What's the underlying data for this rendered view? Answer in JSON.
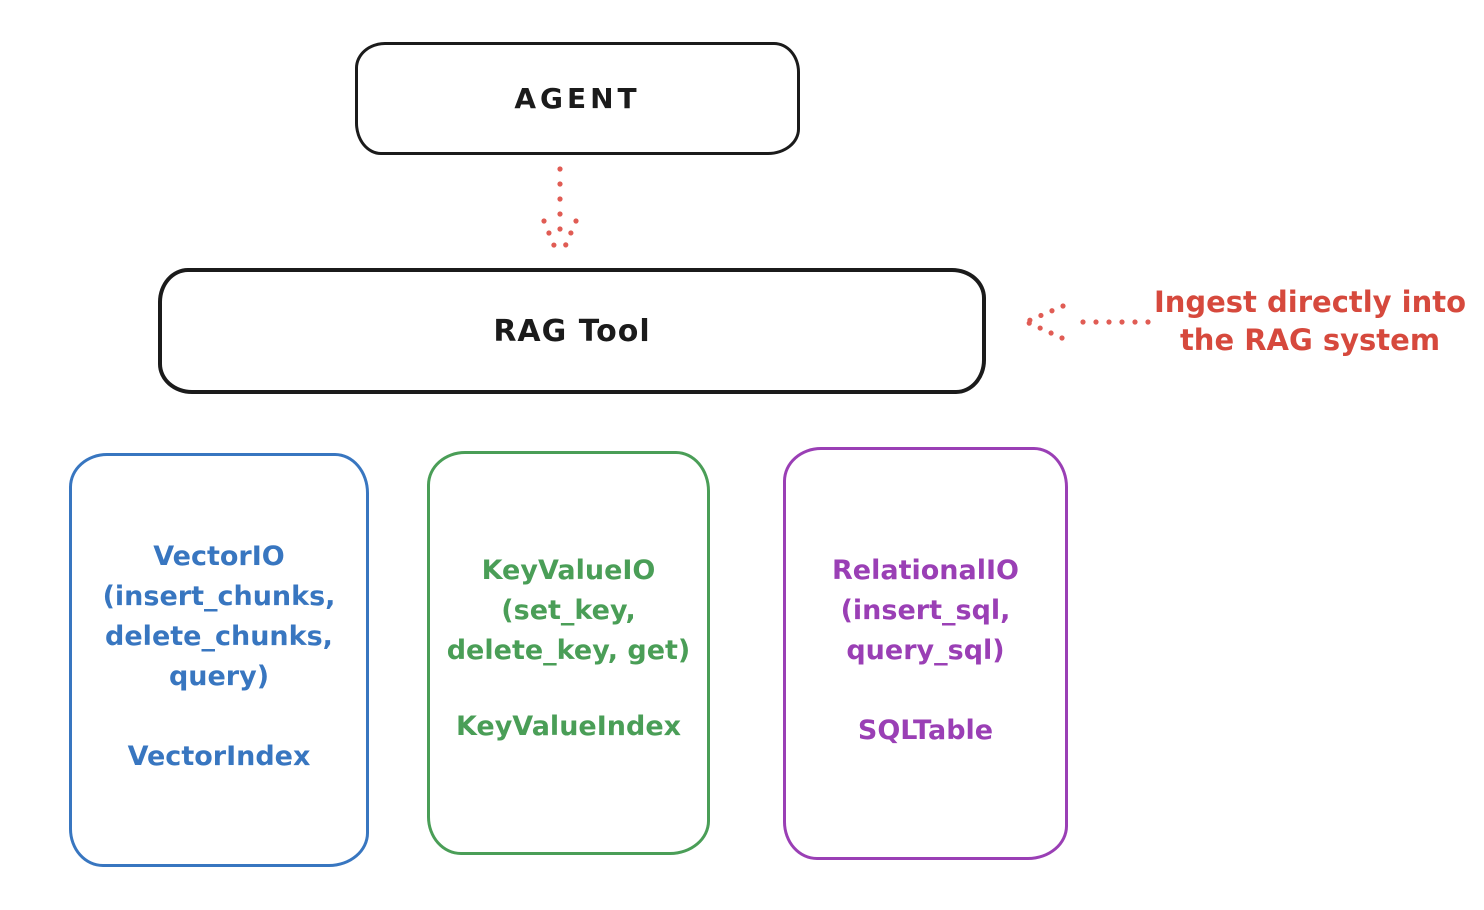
{
  "colors": {
    "background": "#ffffff",
    "ink": "#1b1b1b",
    "red_text": "#d6493d",
    "red_arrow": "#e05c54",
    "blue": "#3876c0",
    "green": "#4a9e57",
    "purple": "#9a3fb5"
  },
  "nodes": {
    "agent_label": "AGENT",
    "rag_tool_label": "RAG Tool"
  },
  "arrows": {
    "agent_to_rag": "dotted-down-arrow",
    "annotation_to_rag": "dotted-left-arrow"
  },
  "annotation": {
    "line1": "Ingest directly into",
    "line2": "the RAG system"
  },
  "storage_boxes": [
    {
      "id": "vector-io",
      "color": "#3876c0",
      "lines": [
        "VectorIO",
        "(insert_chunks,",
        "delete_chunks,",
        "query)"
      ],
      "index_label": "VectorIndex"
    },
    {
      "id": "key-value-io",
      "color": "#4a9e57",
      "lines": [
        "KeyValueIO",
        "(set_key,",
        "delete_key, get)"
      ],
      "index_label": "KeyValueIndex"
    },
    {
      "id": "relational-io",
      "color": "#9a3fb5",
      "lines": [
        "RelationalIO",
        "(insert_sql,",
        "query_sql)"
      ],
      "index_label": "SQLTable"
    }
  ]
}
